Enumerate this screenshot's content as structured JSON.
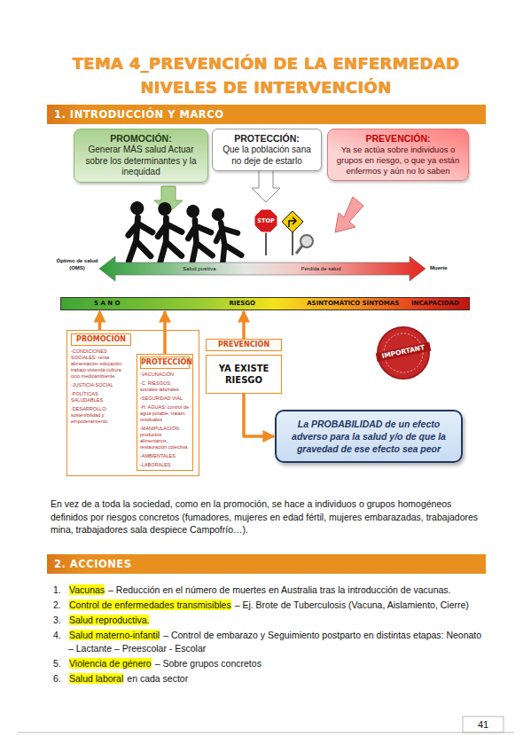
{
  "diagram": {
    "title": "TEMA 4_PREVENCIÓN DE LA ENFERMEDAD NIVELES DE INTERVENCIÓN",
    "nodes": [
      {
        "text": [
          "1. INTRODUCCIÓN Y MARCO"
        ]
      },
      {
        "text": [
          "PROMOCIÓN:",
          "Generar MÁS salud Actuar sobre los determinantes y la inequidad"
        ]
      },
      {
        "text": [
          "PROTECCIÓN:",
          "Que la población sana no deje de estarlo"
        ]
      },
      {
        "text": [
          "PREVENCIÓN:",
          "Ya se actúa sobre individuos o grupos en riesgo, o que ya están enfermos y aún no lo saben"
        ]
      },
      {
        "text": [
          "S A N O",
          "RIESGO",
          "ASINTOMÁTICO",
          "SÍNTOMAS",
          "INCAPACIDAD"
        ]
      },
      {
        "text": [
          "PROMOCIÓN",
          "-CONDICIONES SOCIALES: renta alimentación educación trabajo vivienda cultura ocio medioambiente",
          "-JUSTICIA SOCIAL",
          "-POLÍTICAS SALUDABLES",
          "-DESARROLLO: sostenibilidad y empoderamiento"
        ]
      },
      {
        "text": [
          "PROTECCIÓN",
          "-VACUNACIÓN",
          "-C. RIESGOS: sociales laborales",
          "-SEGURIDAD VIAL",
          "-H. AGUAS: control de agua potable, tratam. residuales",
          "-MANIPULACIÓN: productos alimentarios, restauración colectiva",
          "-AMBIENTALES",
          "-LABORALES"
        ],
        "in": 5
      },
      {
        "text": [
          "PREVENCIÓN",
          "YA EXISTE RIESGO"
        ]
      },
      {
        "text": [
          "La PROBABILIDAD de un efecto adverso para la salud y/o de que la gravedad de ese efecto sea peor"
        ]
      },
      {
        "text": [
          "2. ACCIONES"
        ]
      }
    ],
    "edges": [
      {
        "from": 5,
        "to": 4,
        "arrow": "to"
      },
      {
        "from": 6,
        "to": 4,
        "arrow": "to"
      },
      {
        "from": 7,
        "to": 4,
        "arrow": "to"
      },
      {
        "from": 7,
        "to": 8,
        "arrow": "to"
      }
    ],
    "labels": [
      "STOP",
      "Óptimo de salud (OMS)",
      "Salud positiva",
      "Pérdida de salud",
      "Muerte",
      "IMPORTANT",
      "En vez de a toda la sociedad, como en la promoción, se hace a individuos o grupos homogéneos definidos por riesgos concretos (fumadores, mujeres en edad fértil, mujeres embarazadas, trabajadores mina, trabajadores sala despiece Campofrío…).",
      "1.",
      "Vacunas",
      "– Reducción en el número de muertes en Australia tras la introducción de vacunas.",
      "2.",
      "Control de enfermedades transmisibles",
      "– Ej. Brote de Tuberculosis (Vacuna, Aislamiento, Cierre)",
      "3.",
      "Salud reproductiva.",
      "4.",
      "Salud materno-infantil",
      "– Control de embarazo y Seguimiento postparto en distintas etapas: Neonato – Lactante – Preescolar - Escolar",
      "5.",
      "Violencia de género",
      "– Sobre grupos concretos",
      "6.",
      "Salud laboral",
      "en cada sector",
      "41"
    ]
  }
}
